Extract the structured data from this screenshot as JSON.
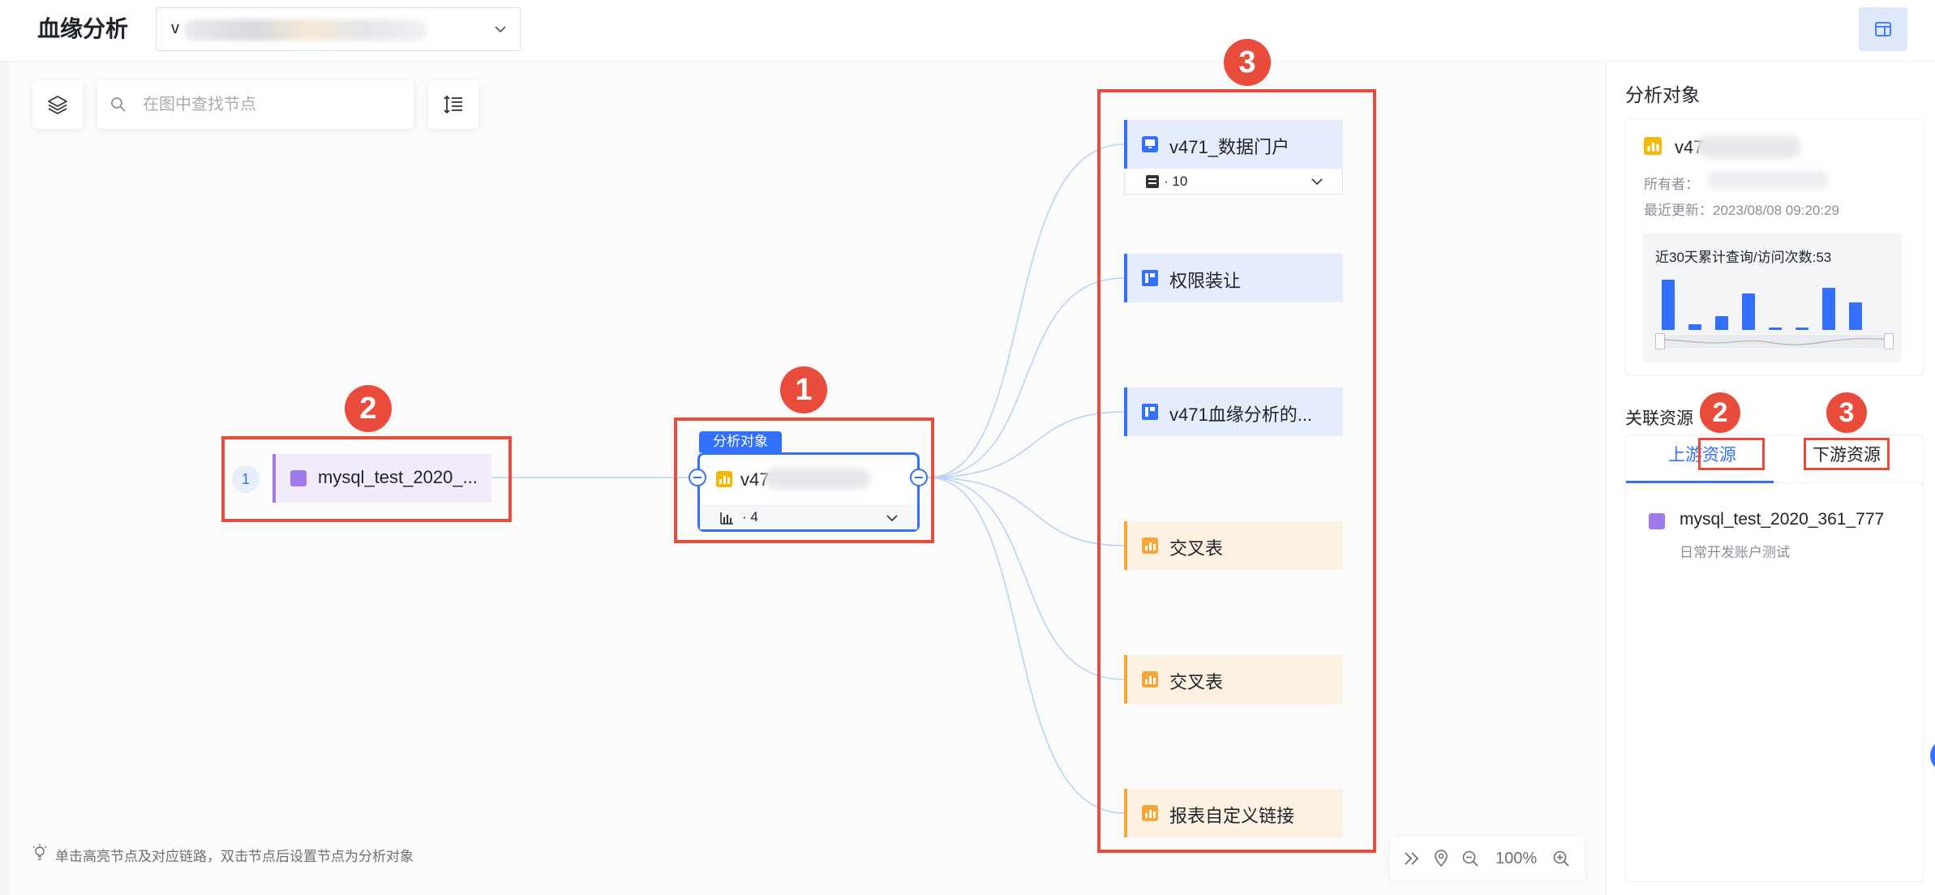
{
  "app": {
    "title": "血缘分析",
    "object_select_value": "v"
  },
  "canvas": {
    "search_placeholder": "在图中查找节点",
    "hint": "单击高亮节点及对应链路，双击节点后设置节点为分析对象",
    "zoom_level": "100%"
  },
  "annotations": {
    "badge_1": "1",
    "badge_2": "2",
    "badge_3": "3"
  },
  "upstream": {
    "count": "1",
    "node_label": "mysql_test_2020_..."
  },
  "center": {
    "tag": "分析对象",
    "label": "v47",
    "count": "· 4"
  },
  "downstream": [
    {
      "label": "v471_数据门户",
      "type": "portal",
      "count": "· 10",
      "color": "#3370ff"
    },
    {
      "label": "权限装让",
      "type": "dashboard",
      "color": "#3370ff"
    },
    {
      "label": "v471血缘分析的...",
      "type": "dashboard",
      "color": "#3370ff"
    },
    {
      "label": "交叉表",
      "type": "chart",
      "color": "#f7a73a"
    },
    {
      "label": "交叉表",
      "type": "chart",
      "color": "#f7a73a"
    },
    {
      "label": "报表自定义链接",
      "type": "chart",
      "color": "#f7a73a"
    }
  ],
  "panel": {
    "title": "分析对象",
    "object_name": "v47",
    "owner_label": "所有者：",
    "updated": "最近更新：2023/08/08 09:20:29",
    "chart_title": "近30天累计查询/访问次数:53",
    "related_title": "关联资源",
    "tab_upstream": "上游资源",
    "tab_downstream": "下游资源",
    "resource_name": "mysql_test_2020_361_777",
    "resource_desc": "日常开发账户测试"
  },
  "chart_data": {
    "type": "bar",
    "title": "近30天累计查询/访问次数:53",
    "values": [
      18,
      2,
      5,
      13,
      1,
      1,
      15,
      10
    ]
  }
}
